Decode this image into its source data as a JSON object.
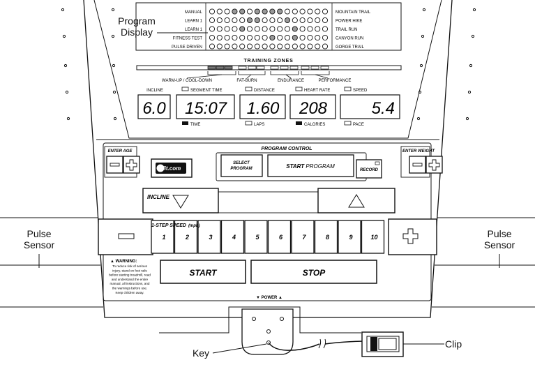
{
  "callouts": {
    "program_display": [
      "Program",
      "Display"
    ],
    "pulse_sensor_left": [
      "Pulse",
      "Sensor"
    ],
    "pulse_sensor_right": [
      "Pulse",
      "Sensor"
    ],
    "key": "Key",
    "clip": "Clip"
  },
  "program_display": {
    "left_programs": [
      "MANUAL",
      "LEARN 1",
      "LEARN 1",
      "FITNESS TEST",
      "PULSE DRIVEN"
    ],
    "right_programs": [
      "MOUNTAIN TRAIL",
      "POWER HIKE",
      "TRAIL RUN",
      "CANYON RUN",
      "GORGE TRAIL"
    ]
  },
  "training_zones": {
    "title": "TRAINING ZONES",
    "labels": [
      "WARM-UP / COOL-DOWN",
      "FAT-BURN",
      "ENDURANCE",
      "PERFORMANCE"
    ]
  },
  "displays": {
    "top_labels": [
      "INCLINE",
      "SEGMENT TIME",
      "DISTANCE",
      "HEART RATE",
      "SPEED"
    ],
    "values": {
      "incline": "6.0",
      "time": "15:07",
      "distance": "1.60",
      "heart_rate": "208",
      "speed": "5.4"
    },
    "bottom_labels": [
      "TIME",
      "LAPS",
      "CALORIES",
      "PACE"
    ]
  },
  "controls": {
    "enter_age": "ENTER AGE",
    "enter_weight": "ENTER WEIGHT",
    "program_control": "PROGRAM CONTROL",
    "logo": "ifit.com",
    "select_program": [
      "SELECT",
      "PROGRAM"
    ],
    "start_program_bold": "START",
    "start_program_rest": " PROGRAM",
    "record": "RECORD",
    "incline": "INCLINE",
    "one_step_speed": "1-STEP SPEED",
    "mph": "(mph)",
    "speed_keys": [
      "1",
      "2",
      "3",
      "4",
      "5",
      "6",
      "7",
      "8",
      "9",
      "10"
    ],
    "start": "START",
    "stop": "STOP",
    "power": "▼ POWER ▲",
    "warning_title": "▲ WARNING:",
    "warning_lines": [
      "To reduce risk of serious",
      "injury, stand on foot rails",
      "before starting treadmill, read",
      "and understand the entire",
      "manual, all instructions, and",
      "the warnings before use.",
      "Keep children away."
    ]
  }
}
